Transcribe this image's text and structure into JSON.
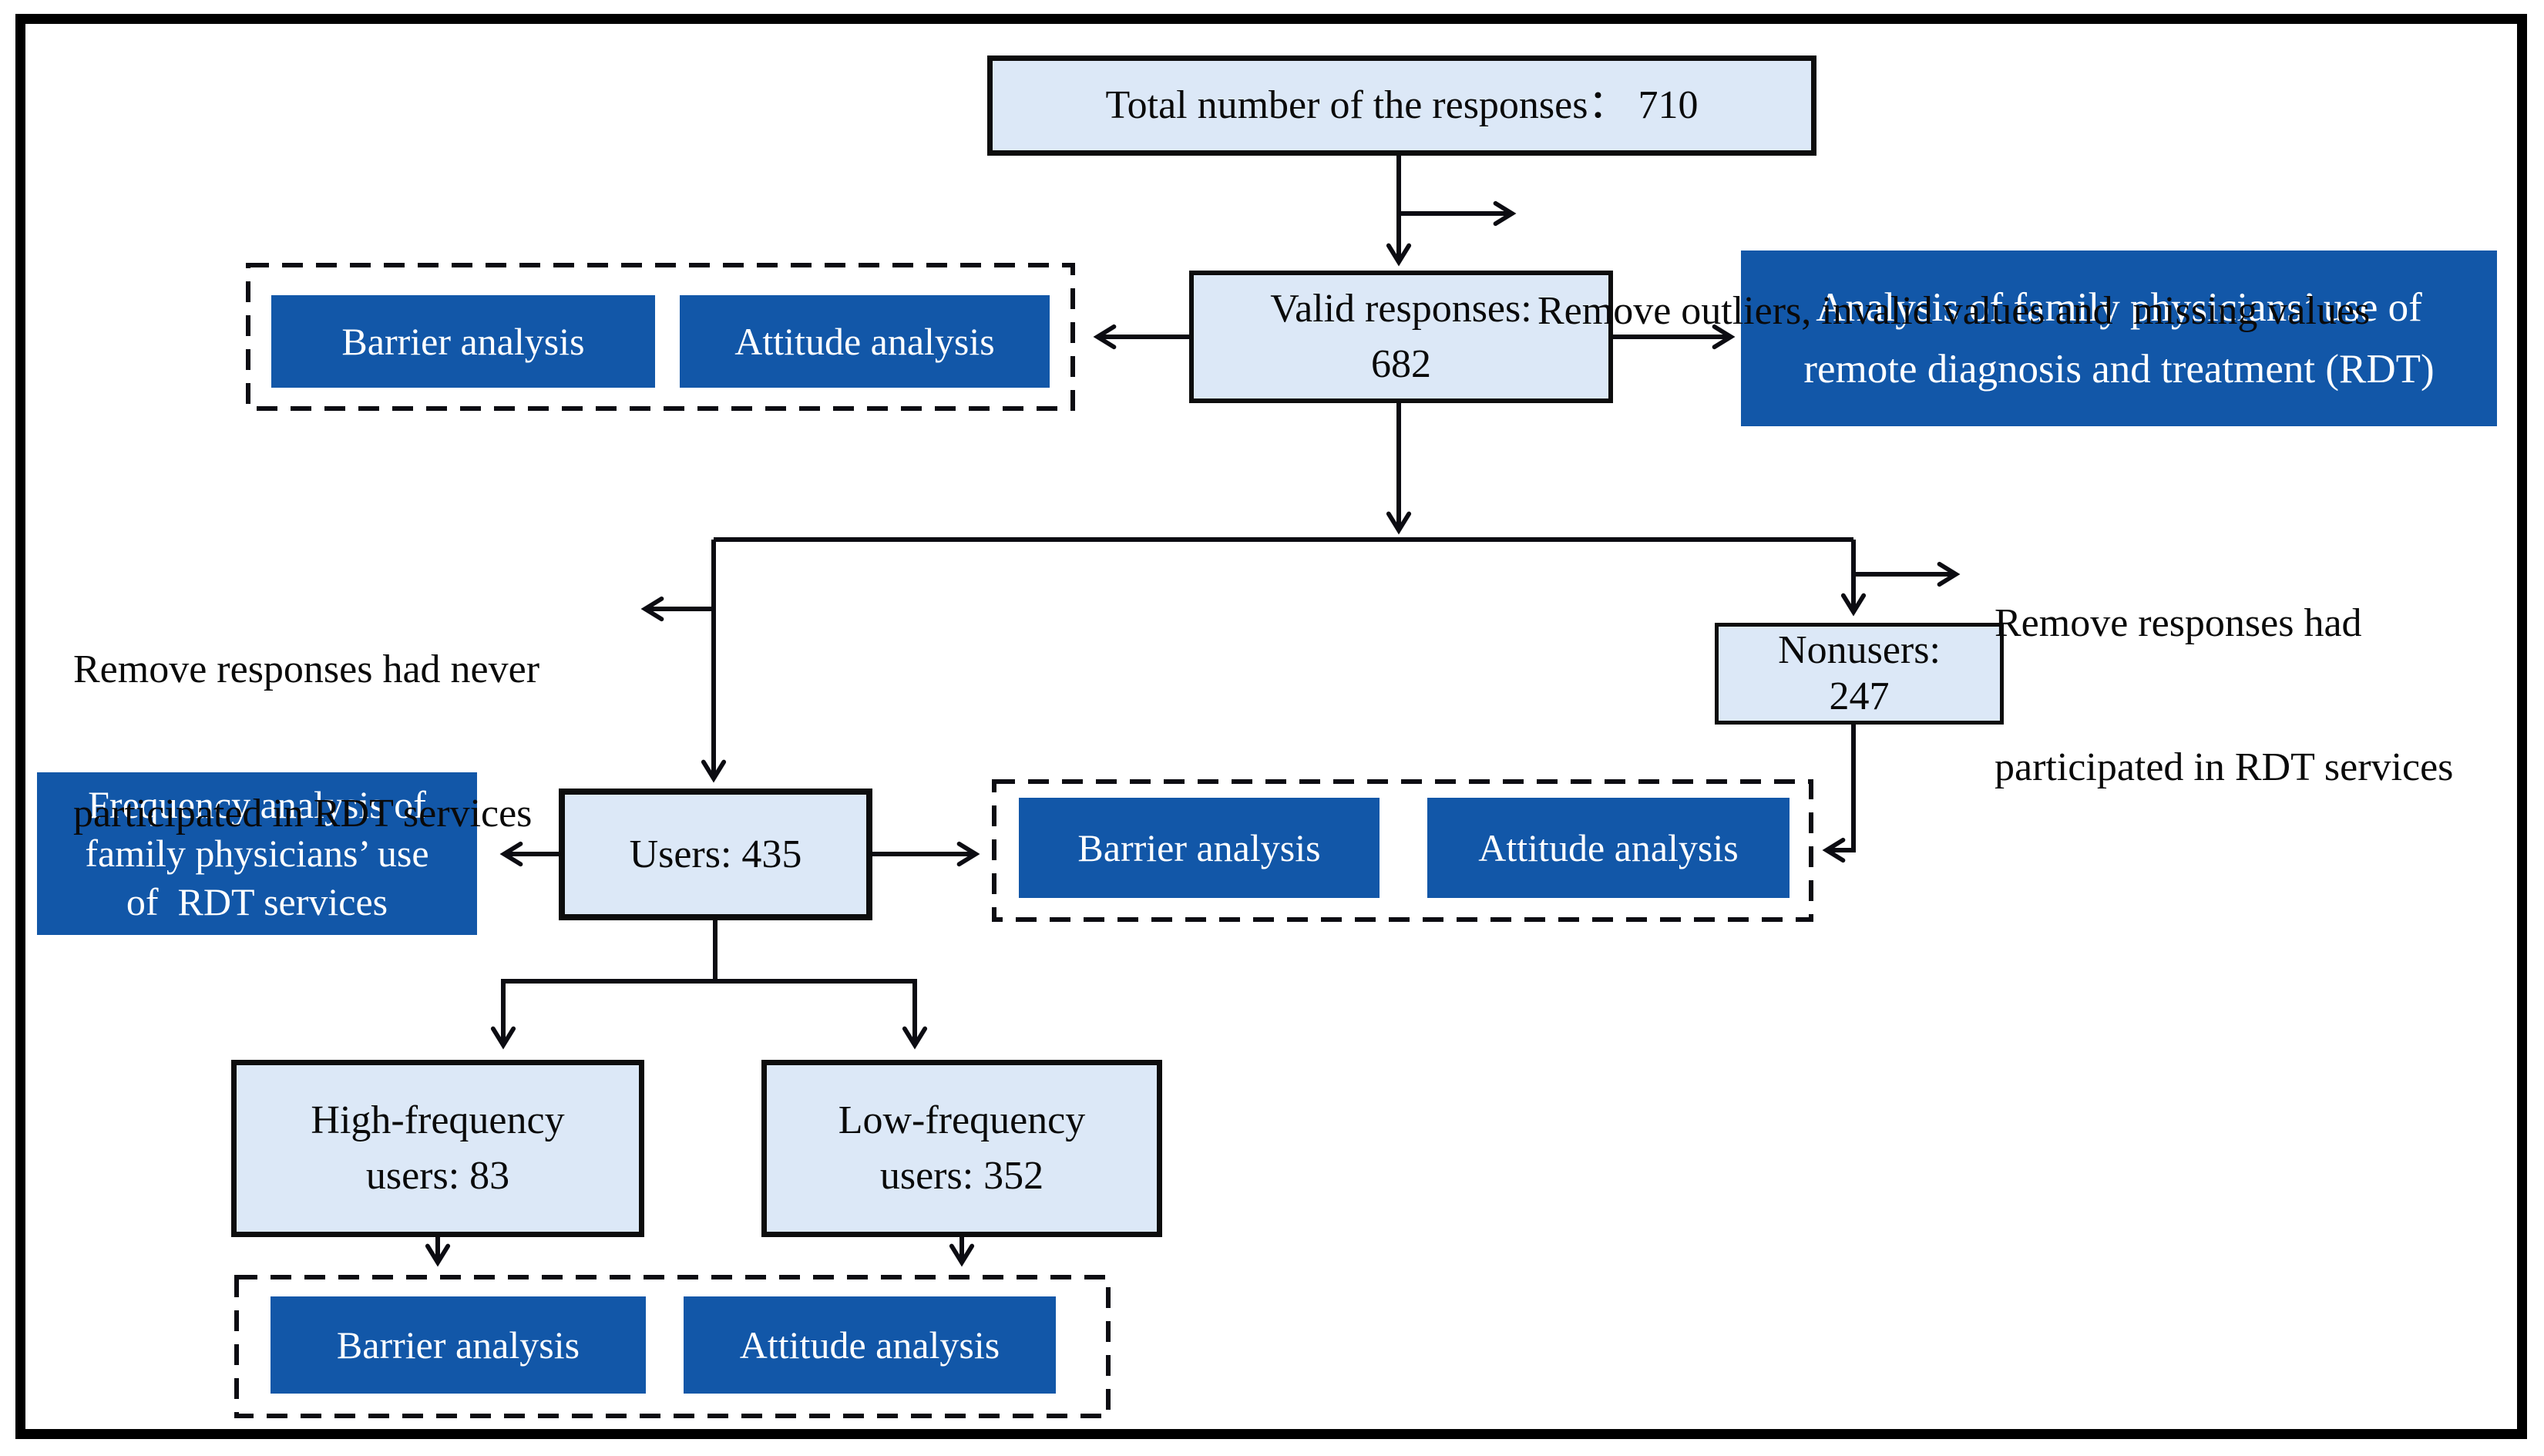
{
  "colors": {
    "blue": "#1257a8",
    "light_blue": "#dce8f7",
    "line": "#0c0c12",
    "background": "#ffffff"
  },
  "nodes": {
    "total": {
      "label": "Total number of the responses： 710"
    },
    "valid": {
      "line1": "Valid responses:",
      "line2": "682"
    },
    "rdt_analysis": {
      "line1": "Analysis of family physicians’ use of",
      "line2": "remote diagnosis and treatment (RDT)"
    },
    "nonusers": {
      "line1": "Nonusers:",
      "line2": "247"
    },
    "users": {
      "label": "Users: 435"
    },
    "frequency_analysis": {
      "line1": "Frequency analysis of",
      "line2": "family physicians’ use",
      "line3": "of  RDT services"
    },
    "high_freq": {
      "line1": "High-frequency",
      "line2": "users: 83"
    },
    "low_freq": {
      "line1": "Low-frequency",
      "line2": "users: 352"
    },
    "barrier": {
      "label": "Barrier analysis"
    },
    "attitude": {
      "label": "Attitude analysis"
    }
  },
  "annotations": {
    "remove_outliers": {
      "label": "Remove outliers, invalid values and  missing values"
    },
    "remove_never": {
      "line1": "Remove responses had never",
      "line2": "participated in RDT services"
    },
    "remove_participated": {
      "line1": "Remove responses had",
      "line2": "participated in RDT services"
    }
  }
}
